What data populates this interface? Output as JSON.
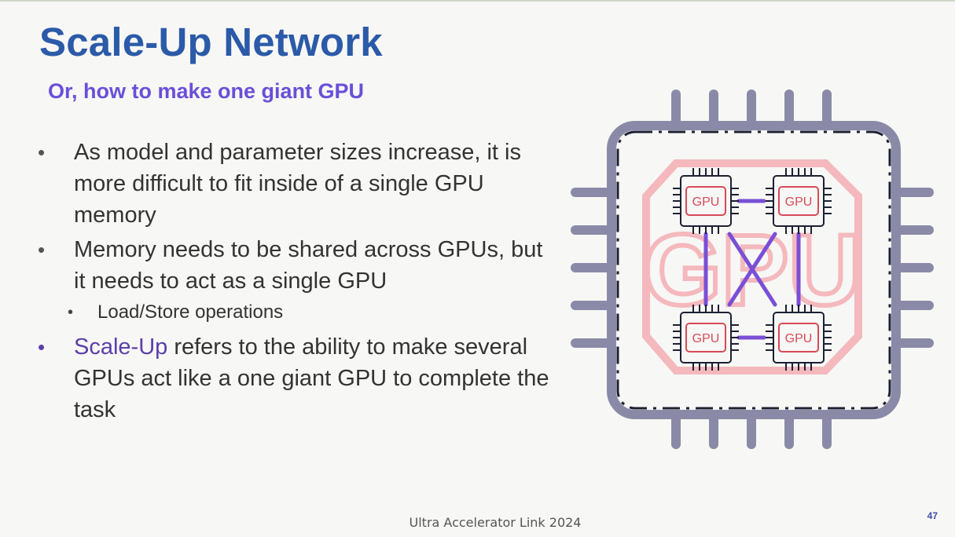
{
  "slide": {
    "title": "Scale-Up Network",
    "subtitle": "Or, how to make one giant GPU",
    "bullets": [
      {
        "text": "As model and parameter sizes increase, it is more difficult to fit inside of a single GPU memory"
      },
      {
        "text": "Memory needs to be shared across GPUs, but it needs to act as a single GPU",
        "sub": "Load/Store operations"
      },
      {
        "highlight": "Scale-Up",
        "text": " refers to the ability to make several GPUs act like a one giant GPU to complete the task"
      }
    ],
    "footer": "Ultra Accelerator Link 2024",
    "page_number": "47"
  },
  "diagram": {
    "big_label": "GPU",
    "gpu_labels": [
      "GPU",
      "GPU",
      "GPU",
      "GPU"
    ],
    "icon": "chip-icon"
  },
  "colors": {
    "title": "#2b5aa8",
    "subtitle": "#6a4fd8",
    "highlight": "#5b3fa8",
    "chip_outline": "#8a8aa8",
    "inner_outline": "#f4b8bd",
    "gpu_label": "#d64b57",
    "link": "#7a4fd6"
  }
}
